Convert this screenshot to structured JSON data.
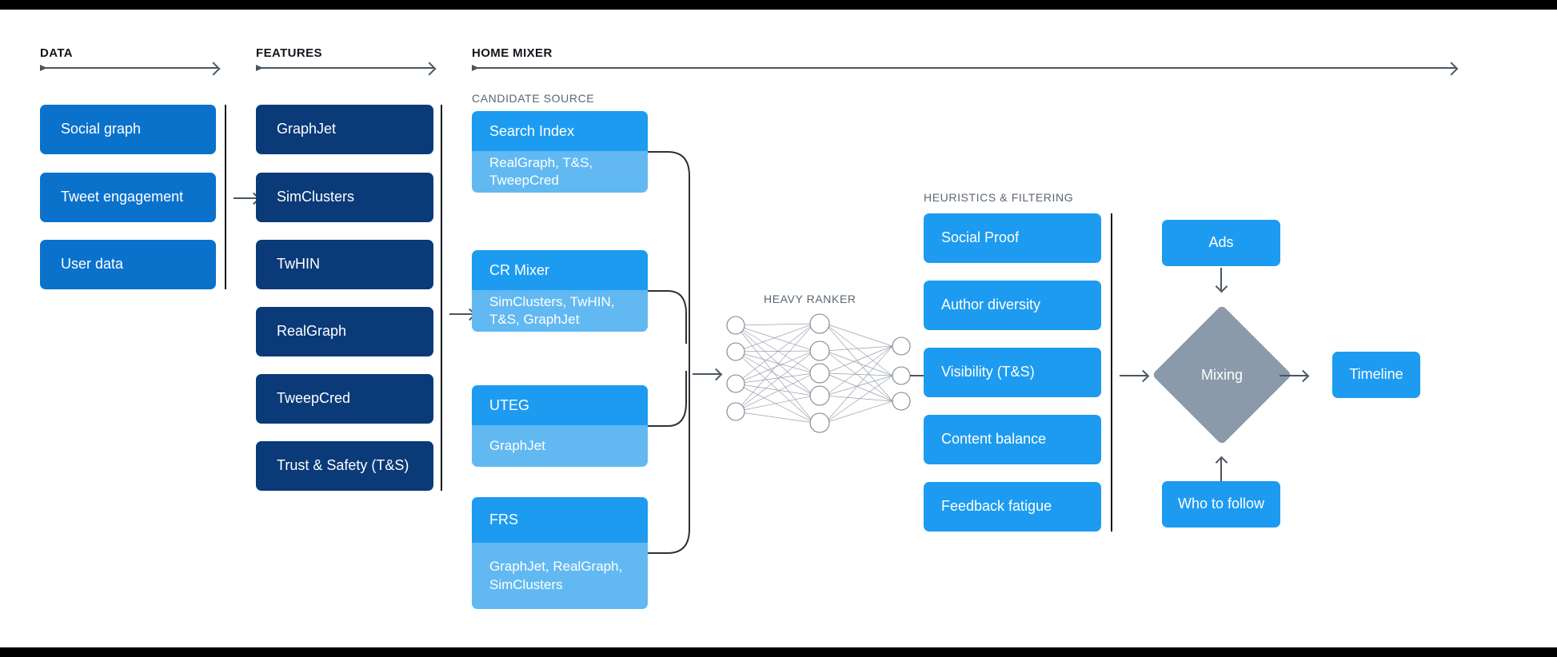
{
  "sections": {
    "data": {
      "label": "DATA"
    },
    "features": {
      "label": "FEATURES"
    },
    "home_mixer": {
      "label": "HOME MIXER"
    },
    "candidate_source": {
      "label": "CANDIDATE SOURCE"
    },
    "heavy_ranker": {
      "label": "HEAVY RANKER"
    },
    "heuristics": {
      "label": "HEURISTICS & FILTERING"
    }
  },
  "data_boxes": [
    {
      "label": "Social graph"
    },
    {
      "label": "Tweet engagement"
    },
    {
      "label": "User data"
    }
  ],
  "feature_boxes": [
    {
      "label": "GraphJet"
    },
    {
      "label": "SimClusters"
    },
    {
      "label": "TwHIN"
    },
    {
      "label": "RealGraph"
    },
    {
      "label": "TweepCred"
    },
    {
      "label": "Trust & Safety (T&S)"
    }
  ],
  "candidate_sources": [
    {
      "title": "Search Index",
      "features": "RealGraph, T&S,\nTweepCred"
    },
    {
      "title": "CR Mixer",
      "features": "SimClusters, TwHIN,\nT&S, GraphJet"
    },
    {
      "title": "UTEG",
      "features": "GraphJet"
    },
    {
      "title": "FRS",
      "features": "GraphJet, RealGraph,\nSimClusters"
    }
  ],
  "heuristics_boxes": [
    {
      "label": "Social Proof"
    },
    {
      "label": "Author diversity"
    },
    {
      "label": "Visibility (T&S)"
    },
    {
      "label": "Content balance"
    },
    {
      "label": "Feedback fatigue"
    }
  ],
  "mixing": {
    "label": "Mixing"
  },
  "outputs": {
    "ads": "Ads",
    "who_to_follow": "Who to follow",
    "timeline": "Timeline"
  },
  "neural_net": {
    "input_nodes": 4,
    "hidden_nodes": 5,
    "output_nodes": 3
  },
  "colors": {
    "data_blue": "#0b72cc",
    "feature_navy": "#0a3a78",
    "bright_blue": "#1d9bf0",
    "light_blue": "#62b9f2",
    "diamond_gray": "#8b9aab",
    "rule_gray": "#4a5560",
    "label_gray": "#5b6673",
    "frame_black": "#000000"
  }
}
